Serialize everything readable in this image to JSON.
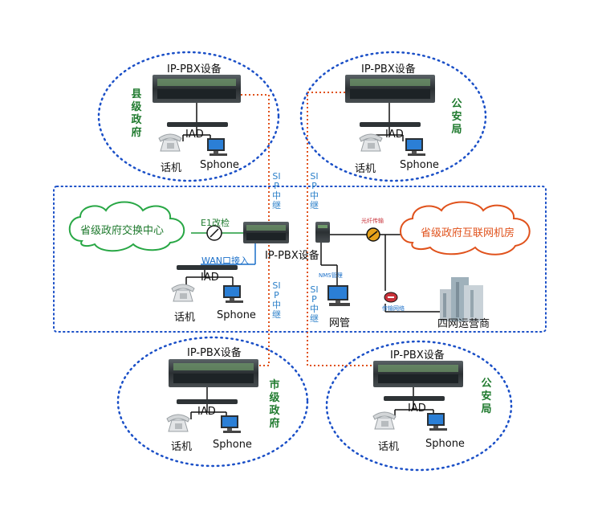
{
  "labels": {
    "pbx": "IP-PBX设备",
    "iad": "IAD",
    "phone": "话机",
    "sphone": "Sphone",
    "sip_trunk": "SIP中继",
    "e1": "E1改检",
    "wan": "WAN口接入",
    "nms": "网管",
    "carriers": "四网运营商"
  },
  "clouds": {
    "left_center": "省级政府交换中心",
    "right_center": "省级政府互联网机房"
  },
  "sites": {
    "county_gov": "县级政府",
    "police_top": "公安局",
    "city_gov": "市级政府",
    "police_bottom": "公安局"
  },
  "tiny_labels": {
    "link_top": "光纤传输",
    "link_bottom": "传输网络",
    "nms_small": "NMS管理"
  },
  "colors": {
    "dotted_blue": "#1a4fc7",
    "trunk_orange": "#e0521c",
    "site_green": "#1f7a2e",
    "sip_blue": "#2a7fc9",
    "wan_blue": "#1a6fc9",
    "cloud_green": "#28a745",
    "cloud_orange": "#e0521c"
  }
}
